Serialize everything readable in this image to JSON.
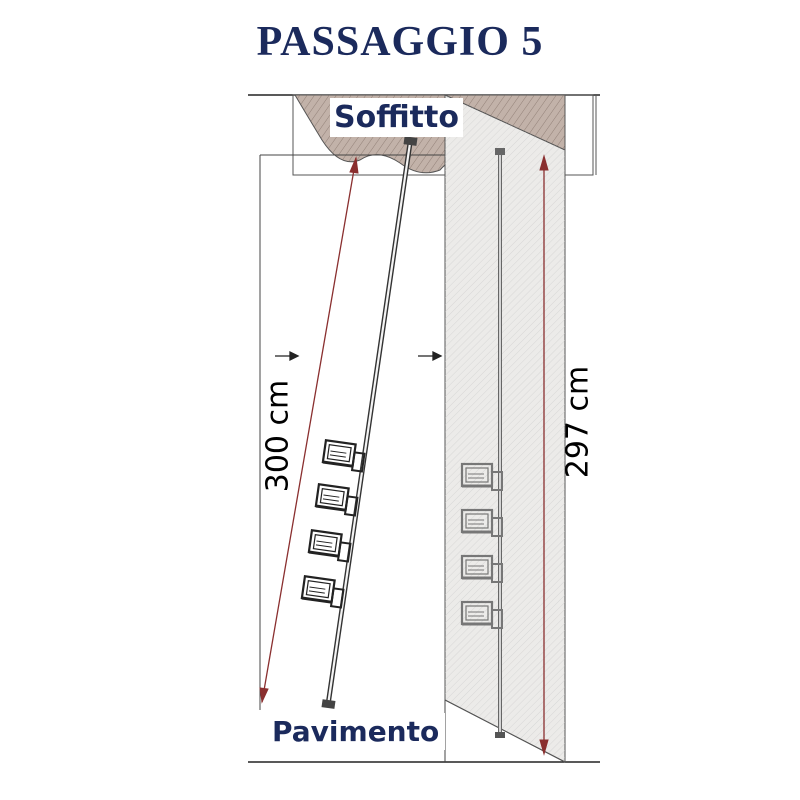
{
  "title": "PASSAGGIO 5",
  "labels": {
    "ceiling": "Soffitto",
    "floor": "Pavimento",
    "tilted_length": "300 cm",
    "installed_height": "297 cm"
  },
  "colors": {
    "title": "#1b2a5c",
    "label": "#1b2a5c",
    "dimension_line": "#8a2f2f",
    "ceiling_fill": "#b9a9a0",
    "wall_fill": "#ebeae8",
    "line": "#333333"
  },
  "shelves": {
    "tilted_count": 4,
    "installed_count": 4
  }
}
